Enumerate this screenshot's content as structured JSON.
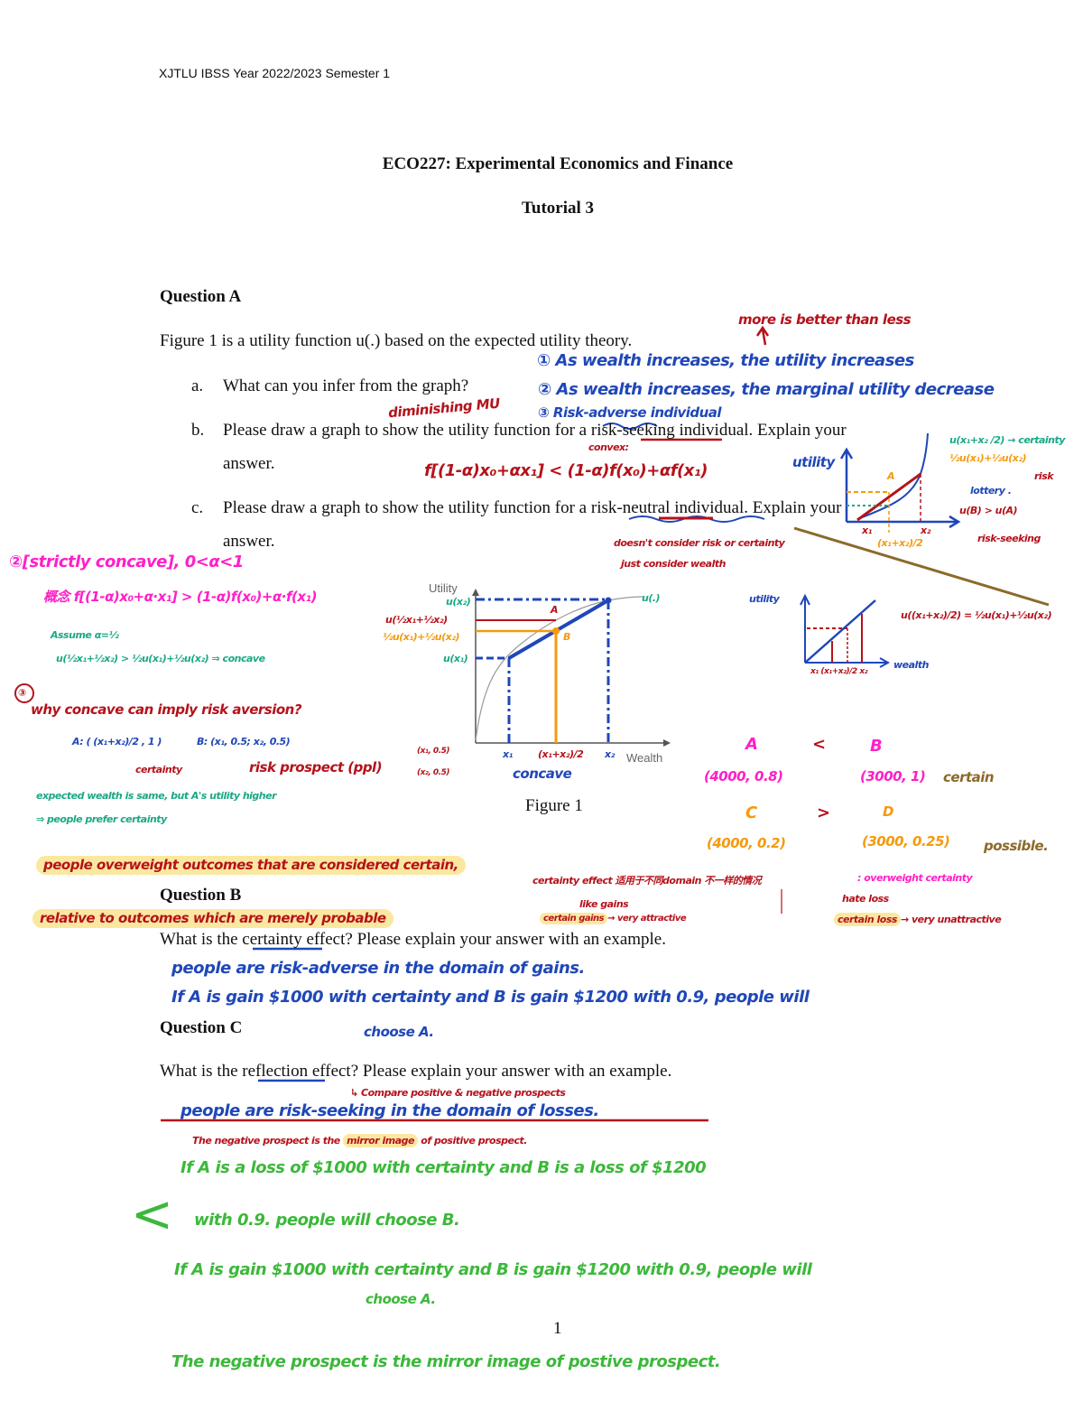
{
  "header": "XJTLU IBSS Year 2022/2023 Semester 1",
  "title": "ECO227: Experimental Economics and Finance",
  "subtitle": "Tutorial 3",
  "question_a": {
    "heading": "Question A",
    "intro": "Figure 1 is a utility function u(.) based on the expected utility theory.",
    "items": [
      {
        "marker": "a.",
        "text": "What can you infer from the graph?"
      },
      {
        "marker": "b.",
        "text": "Please draw a graph to show the utility function for a risk-seeking individual. Explain your",
        "cont": "answer."
      },
      {
        "marker": "c.",
        "text": "Please draw a graph to show the utility function for a risk-neutral individual. Explain your",
        "cont": "answer."
      }
    ]
  },
  "figure": {
    "caption": "Figure 1",
    "y_axis": "Utility",
    "x_axis": "Wealth",
    "labels": {
      "u_x2": "u(x₂)",
      "u_mid": "u(½x₁+½x₂)",
      "eu": "½u(x₁)+½u(x₂)",
      "u_x1": "u(x₁)",
      "A": "A",
      "B": "B",
      "x1": "x₁",
      "xmid": "(x₁+x₂)/2",
      "x2": "x₂",
      "u_fn": "u(.)",
      "concave": "concave"
    }
  },
  "question_b": {
    "heading": "Question B",
    "text_pre": "What is the ",
    "text_term": "certainty effect",
    "text_post": "? Please explain your answer with an example."
  },
  "question_c": {
    "heading": "Question C",
    "text_pre": "What is the ",
    "text_term": "reflection effect",
    "text_post": "? Please explain your answer with an example."
  },
  "page_number": "1",
  "annotations": {
    "more_better": "more is better than less",
    "a1": "① As wealth increases, the utility increases",
    "a2": "② As wealth increases, the marginal utility decrease",
    "dim_mu": "diminishing MU",
    "a3": "③ Risk-adverse individual",
    "convex": "convex:",
    "convex_formula": "f[(1-α)x₀+αx₁] < (1-α)f(x₀)+αf(x₁)",
    "utility_b": "utility",
    "rs_cert": "u(x₁+x₂ /2) → certainty",
    "rs_eu": "½u(x₁)+½u(x₂)",
    "rs_risk": "risk",
    "rs_lottery": "lottery .",
    "rs_ineq": "u(B) > u(A)",
    "rs_seek": "risk-seeking",
    "rs_x1": "x₁",
    "rs_xmid": "(x₁+x₂)/2",
    "rs_x2": "x₂",
    "rs_A": "A",
    "neutral1": "doesn't consider risk or certainty",
    "neutral2": "just consider wealth",
    "rn_utility": "utility",
    "rn_wealth": "wealth",
    "rn_x": "x₁ (x₁+x₂)/2 x₂",
    "rn_eq": "u((x₁+x₂)/2) = ½u(x₁)+½u(x₂)",
    "concave_def": "②[strictly concave], 0<α<1",
    "concave_formula": "概念 f[(1-α)x₀+α·x₁] > (1-α)f(x₀)+α·f(x₁)",
    "assume": "Assume α=½",
    "concave_half": "u(½x₁+½x₂) > ½u(x₁)+½u(x₂) ⇒ concave",
    "num3": "③",
    "why": "why concave can imply risk aversion?",
    "optA": "A: ( (x₁+x₂)/2 , 1 )",
    "optB": "B: (x₁, 0.5; x₂, 0.5)",
    "certainty": "certainty",
    "risk_prospect": "risk prospect (ppl)",
    "branch1": "(x₁, 0.5)",
    "branch2": "(x₂, 0.5)",
    "exp_same": "expected wealth is same, but A's utility higher",
    "prefer": "⇒ people prefer certainty",
    "A": "A",
    "lt": "<",
    "B": "B",
    "A_val": "(4000, 0.8)",
    "B_val": "(3000, 1)",
    "certain": "certain",
    "C": "C",
    "gt": ">",
    "D": "D",
    "C_val": "(4000, 0.2)",
    "D_val": "(3000, 0.25)",
    "possible": "possible.",
    "ce_def1": "people overweight outcomes that are considered certain,",
    "ce_def2": "relative to outcomes which are merely probable",
    "ce_domain": "certainty effect 适用于不同domain 不一样的情况",
    "overweight": ": overweight certainty",
    "like_gains": "like gains",
    "certain_gains": "certain gains",
    "very_attractive": "→ very attractive",
    "hate_loss": "hate loss",
    "certain_loss": "certain loss",
    "very_unattractive": "→ very unattractive",
    "b_ans1": "people are risk-adverse in the domain of gains.",
    "b_ans2": "If A is gain $1000 with certainty and B is gain $1200 with 0.9, people will",
    "b_ans3": "choose A.",
    "c_compare": "↳ Compare positive & negative prospects",
    "c_ans1": "people are risk-seeking in the domain of losses.",
    "c_mirror_pre": "The negative prospect is the ",
    "c_mirror_hl": "mirror image",
    "c_mirror_post": " of positive prospect.",
    "g1": "If A is a loss of $1000 with certainty and B is a loss of $1200",
    "g2": "with 0.9. people will choose B.",
    "g_bracket": "<",
    "g3": "If A is gain $1000 with certainty and B is gain $1200 with 0.9, people will",
    "g4": "choose A.",
    "g5": "The negative prospect is the mirror image of postive prospect."
  },
  "colors": {
    "red": "#b5121b",
    "blue": "#1f47b8",
    "magenta": "#ff1fc8",
    "teal": "#1aa886",
    "orange": "#f59a0c",
    "green": "#3cb83a",
    "brown": "#8b6a2a",
    "highlight": "#fbe8a0"
  }
}
